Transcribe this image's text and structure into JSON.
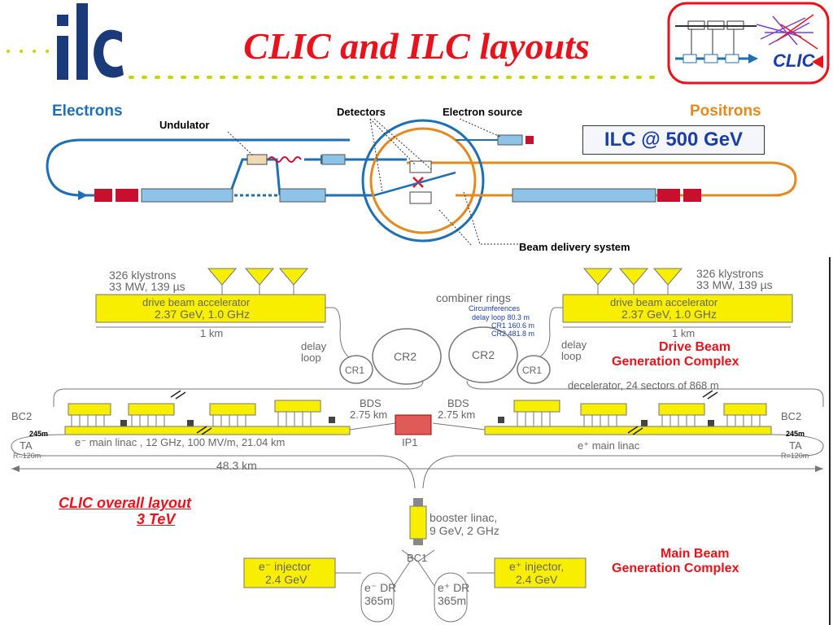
{
  "slide": {
    "title": "CLIC and ILC layouts",
    "logo_text": "ilc",
    "clic_logo_text": "CLIC"
  },
  "ilc": {
    "electrons": "Electrons",
    "positrons": "Positrons",
    "undulator": "Undulator",
    "detectors": "Detectors",
    "electron_source": "Electron source",
    "beam_delivery": "Beam delivery system",
    "badge": "ILC @ 500 GeV"
  },
  "clic": {
    "klystrons_left_1": "326 klystrons",
    "klystrons_left_2": "33 MW, 139 µs",
    "klystrons_right_1": "326 klystrons",
    "klystrons_right_2": "33 MW, 139 µs",
    "dba_left_1": "drive beam accelerator",
    "dba_left_2": "2.37 GeV, 1.0 GHz",
    "dba_right_1": "drive beam accelerator",
    "dba_right_2": "2.37 GeV, 1.0 GHz",
    "km_left": "1 km",
    "km_right": "1 km",
    "combiner_rings": "combiner rings",
    "circumferences": "Circumferences",
    "delay_loop_circ": "delay loop 80.3 m",
    "cr1_circ": "CR1 160.6 m",
    "cr2_circ": "CR2 481.8 m",
    "delay_left_1": "delay",
    "delay_left_2": "loop",
    "delay_right_1": "delay",
    "delay_right_2": "loop",
    "cr2": "CR2",
    "cr1": "CR1",
    "drive_beam_1": "Drive Beam",
    "drive_beam_2": "Generation Complex",
    "decelerator": "decelerator, 24 sectors of 868 m",
    "bds": "BDS",
    "bds_len": "2.75 km",
    "ip": "IP1",
    "bc2": "BC2",
    "ta": "TA",
    "len245": "245m",
    "r120": "R=120m",
    "main_linac_left": "e⁻ main linac , 12 GHz, 100 MV/m, 21.04 km",
    "main_linac_right": "e⁺ main linac",
    "total_len": "48.3 km",
    "overall_1": "CLIC  overall layout",
    "overall_2": "3 TeV",
    "booster_1": "booster linac,",
    "booster_2": "9 GeV, 2 GHz",
    "bc1": "BC1",
    "inj_left_1": "e⁻ injector",
    "inj_left_2": "2.4 GeV",
    "inj_right_1": "e⁺ injector,",
    "inj_right_2": "2.4 GeV",
    "dr_left_1": "e⁻ DR",
    "dr_left_2": "365m",
    "dr_right_1": "e⁺ DR",
    "dr_right_2": "365m",
    "main_beam_1": "Main Beam",
    "main_beam_2": "Generation Complex"
  },
  "colors": {
    "title_red": "#e8121c",
    "ilc_blue": "#1a3fa8",
    "beam_blue": "#1f6fb5",
    "beam_orange": "#e38a1e",
    "linac_fill": "#8ec3e8",
    "magnet_red": "#c8102e",
    "clic_yellow": "#f7ee00",
    "clic_red": "#e8121c"
  }
}
